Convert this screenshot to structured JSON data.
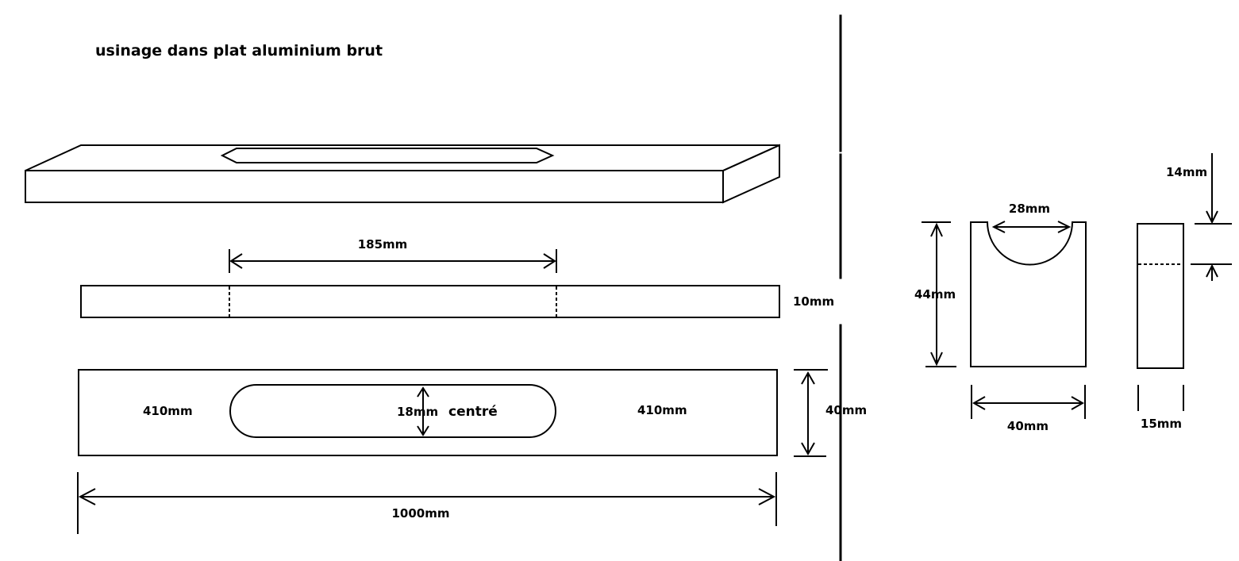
{
  "title": "usinage dans plat aluminium brut",
  "bar": {
    "slot_length": "185mm",
    "thickness": "10mm",
    "left_offset": "410mm",
    "right_offset": "410mm",
    "slot_width": "18mm",
    "slot_note": "centré",
    "width": "40mm",
    "length": "1000mm"
  },
  "block": {
    "notch": "28mm",
    "height": "44mm",
    "width": "40mm",
    "notch_depth": "14mm",
    "thickness": "15mm"
  }
}
